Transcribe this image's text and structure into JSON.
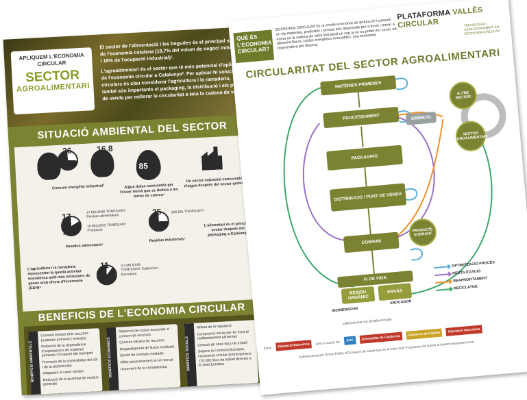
{
  "left": {
    "hero": {
      "kicker": "APLIQUEM L'ECONOMIA CIRCULAR",
      "title": "SECTOR",
      "subtitle": "AGROALIMENTARI",
      "paragraph1": "El sector de l'alimentació i les begudes és el principal sector de l'economia catalana (19,7% del volum de negoci industrial i 18% de l'ocupació industrial)¹.",
      "paragraph2": "L'agroalimentari és el sector que té més potencial d'aplicació de l'economia circular a Catalunya². Per aplicar-hi solucions circulars és clau considerar l'agricultura i la ramaderia, també són importants el packaging, la distribució i els punts de venda per millorar la circularitat a tota la cadena de valor."
    },
    "env": {
      "title": "SITUACIÓ AMBIENTAL DEL SECTOR",
      "stat_energy_1": "26",
      "stat_energy_2": "16,8",
      "stat_energy_caption": "Consum energètic industrial³",
      "stat_water": "85",
      "stat_water_caption": "Aigua dolça consumida per l'ésser humà que es dedica a les terres de conreu⁴",
      "stat_industry_caption": "Un sector industrial consumidor d'aigua després del sector químic⁵",
      "stat_food_waste": "17",
      "stat_food_waste_b": "11",
      "stat_food_waste_note_a": "17 MILIONS TONES/ANY Pèrdues alimentàries",
      "stat_food_waste_note_b": "16 MILIONS TONES/ANY Producció",
      "stat_food_waste_caption": "Residus alimentaris⁶",
      "stat_ind_waste": "25",
      "stat_ind_waste_note": "900 MIL TONES/ANY",
      "stat_ind_waste_caption": "Residus industrials⁷",
      "stat_pack_caption": "L'alimentari és el principal sector després del packaging a Catalunya",
      "stat_ghg_caption": "L'agricultura i la ramaderia representen la quarta activitat econòmica amb més emissions de gasos amb efecte d'hivernacle (GEH)⁸",
      "stat_ghg": "11",
      "stat_ghg_note": "4,4 MILIONS TONES/ANY Catalunya i Barcelona"
    },
    "benefits": {
      "title": "BENEFICIS DE L'ECONOMIA CIRCULAR",
      "col1_side": "BENEFICIS AMBIENTALS",
      "col1": [
        "Consum eficient dels recursos (matèries primeres i energia)",
        "Reducció de la dependència d'importacions de matèries primeres i l'impacte del transport",
        "Promoció de la sostenibilitat del sòl i de la biodiversitat",
        "Adaptació al canvi climàtic",
        "Reducció de la quantitat de residus generats"
      ],
      "col2_side": "BENEFICIS ECONÒMICS",
      "col2": [
        "Reducció de costos associats al consum de recursos",
        "Consum eficient de recursos",
        "Reaprofitament de fluxos residuals",
        "Gestió de centrals residuals",
        "Millor posicionament en el mercat",
        "Increment de la competitivitat"
      ],
      "col3_side": "BENEFICIS SOCIALS",
      "col3": [
        "Millora de la reputació",
        "Compromís social per fer front al malbaratament alimentari",
        "Creació de nous llocs de treball",
        "Segons la Comissió Europea, l'economia circular podria generar 170.000 llocs de treball directes a la Unió Europea"
      ]
    }
  },
  "right": {
    "question": "QUÈ ÉS L'ECONOMIA CIRCULAR?",
    "definition": "ECONOMIA CIRCULAR és un model econòmic de producció i consum on els materials, productes i serveis són dissenyats per a durar i tornar a entrar en la cadena de valor industrial un cop ja no es poden fer servir, tot afavorint fluxos i cicles energètics renovables: una economia regenerativa per disseny.",
    "brand_a": "PLATAFORMA ",
    "brand_b": "VALLÈS CIRCULAR",
    "brand_tag": "TECNOLOGIA I ASSESSORAMENT EN ECONOMIA CIRCULAR",
    "title": "CIRCULARITAT DEL SECTOR AGROALIMENTARI",
    "nodes": {
      "raw": "MATÈRIES PRIMERES",
      "process": "PROCESSAMENT",
      "packaging": "PACKAGING",
      "distribution": "DISTRIBUCIÓ / PUNT DE VENDA",
      "consum": "CONSUM",
      "end_of_life": "FI DE VIDA",
      "organic": "RESIDU ORGÀNIC",
      "packs": "ENVÀS",
      "symbiosis": "SIMBIOSI",
      "other_sector": "ALTRE SECTOR",
      "agri_sector": "SECTOR AGROALIMENTARI",
      "donation": "PRODUCTE SOBRANT",
      "incinerator": "INCINERADOR",
      "fertilizer": "ABOCADOR"
    },
    "legend": [
      {
        "label": "OPTIMITZACIÓ PROCÉS",
        "color": "#5aaed6"
      },
      {
        "label": "REUTILITZACIÓ",
        "color": "#9b6fc7"
      },
      {
        "label": "REAPROFITAMENT",
        "color": "#f0902a"
      },
      {
        "label": "RECICLATGE",
        "color": "#3aa86a"
      }
    ],
    "footer": {
      "social": "vallescircular.cat   @vallescircular",
      "editor_label": "Edita:",
      "with_support": "Amb el suport de:",
      "credit": "Subvencionat pel Servei Públic d'Ocupació de Catalunya en el marc dels Programes de suport al desenvolupament local",
      "logos": [
        "Diputació Barcelona",
        "SOC",
        "Generalitat de Catalunya",
        "Gobierno de España",
        "Diputació Barcelona"
      ]
    }
  }
}
